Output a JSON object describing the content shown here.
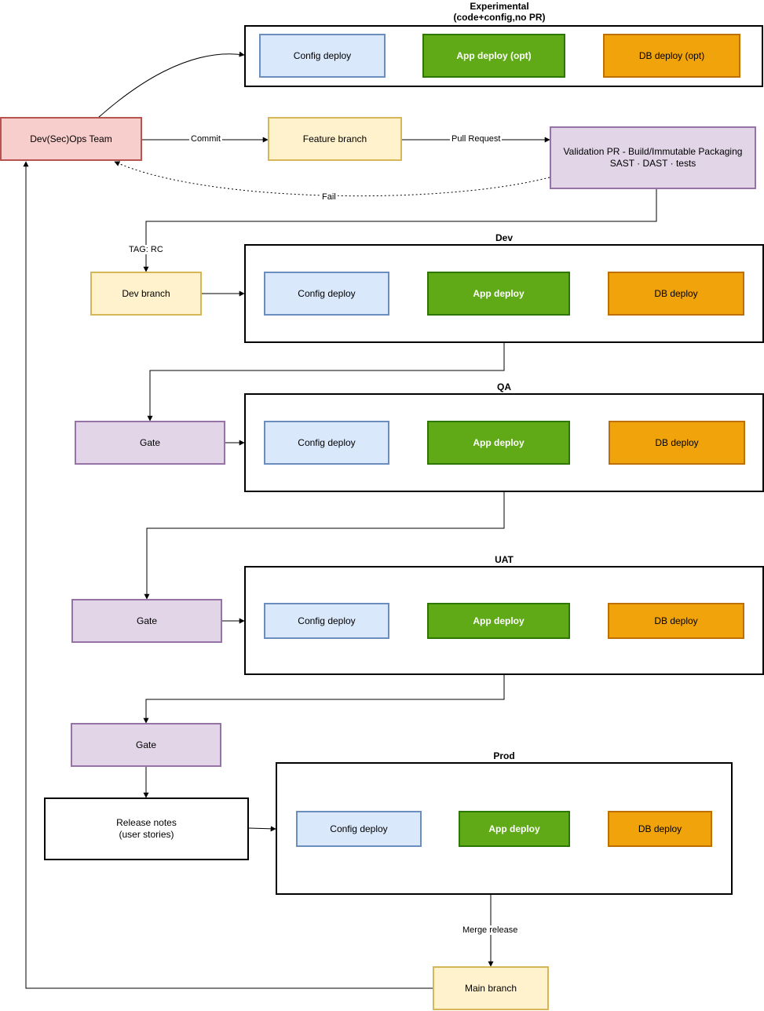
{
  "team": {
    "label": "Dev(Sec)Ops Team"
  },
  "feature_branch": {
    "label": "Feature branch"
  },
  "validation": {
    "label": "Validation PR - Build/Immutable Packaging\nSAST · DAST · tests"
  },
  "edge_labels": {
    "commit": "Commit",
    "pull_request": "Pull Request",
    "fail": "Fail",
    "tag_rc": "TAG: RC",
    "merge_release": "Merge release"
  },
  "experimental": {
    "title": "Experimental\n(code+config,no PR)",
    "config": "Config deploy",
    "app": "App deploy (opt)",
    "db": "DB deploy (opt)"
  },
  "dev_branch": {
    "label": "Dev branch"
  },
  "dev": {
    "title": "Dev",
    "config": "Config deploy",
    "app": "App deploy",
    "db": "DB deploy"
  },
  "qa_gate": {
    "label": "Gate"
  },
  "qa": {
    "title": "QA",
    "config": "Config deploy",
    "app": "App deploy",
    "db": "DB deploy"
  },
  "uat_gate": {
    "label": "Gate"
  },
  "uat": {
    "title": "UAT",
    "config": "Config deploy",
    "app": "App deploy",
    "db": "DB deploy"
  },
  "prod_gate": {
    "label": "Gate"
  },
  "release_notes": {
    "label": "Release notes\n(user stories)"
  },
  "prod": {
    "title": "Prod",
    "config": "Config deploy",
    "app": "App deploy",
    "db": "DB deploy"
  },
  "main_branch": {
    "label": "Main branch"
  },
  "colors": {
    "config_fill": "#dae8fc",
    "app_fill": "#60a917",
    "db_fill": "#f0a30a",
    "branch_fill": "#fff2cc",
    "gate_fill": "#e1d5e7",
    "team_fill": "#f8cecc"
  }
}
